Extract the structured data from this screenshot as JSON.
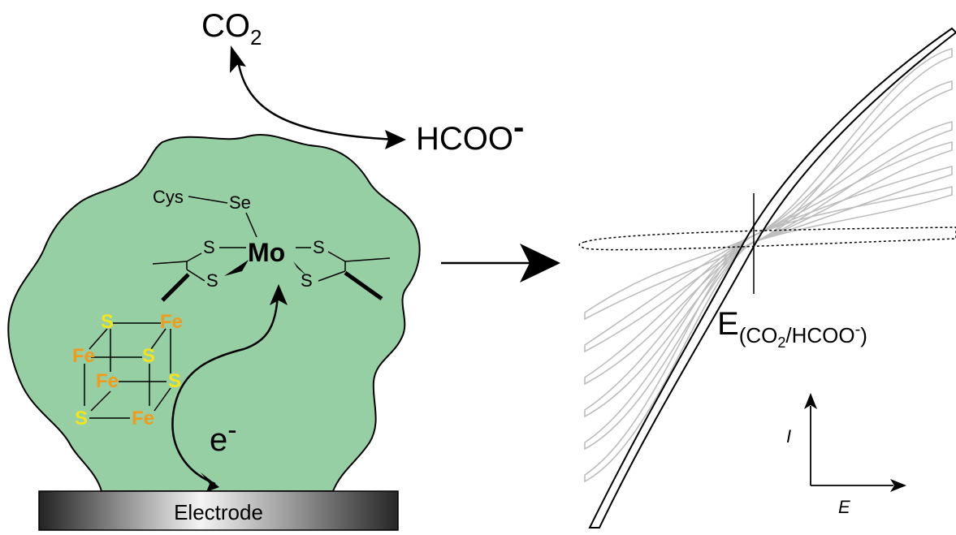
{
  "molecules": {
    "co2_main": "CO",
    "co2_sub": "2",
    "formate_main": "HCOO",
    "formate_charge": "-"
  },
  "active_site": {
    "cys": "Cys",
    "se": "Se",
    "mo": "Mo",
    "s": "S"
  },
  "cluster": {
    "fe": "Fe",
    "s": "S"
  },
  "electron": {
    "main": "e",
    "charge": "-"
  },
  "electrode_label": "Electrode",
  "potential_label": {
    "e": "E",
    "open": "(",
    "co2": "CO",
    "sub": "2",
    "slash": "/HCOO",
    "charge": "-",
    "close": ")"
  },
  "axes": {
    "y": "I",
    "x": "E"
  },
  "colors": {
    "protein": "#95cfa3",
    "fe": "#f29a1b",
    "s": "#f3e41c",
    "trace_dark": "#000000",
    "trace_light": "#bdbdbd"
  }
}
